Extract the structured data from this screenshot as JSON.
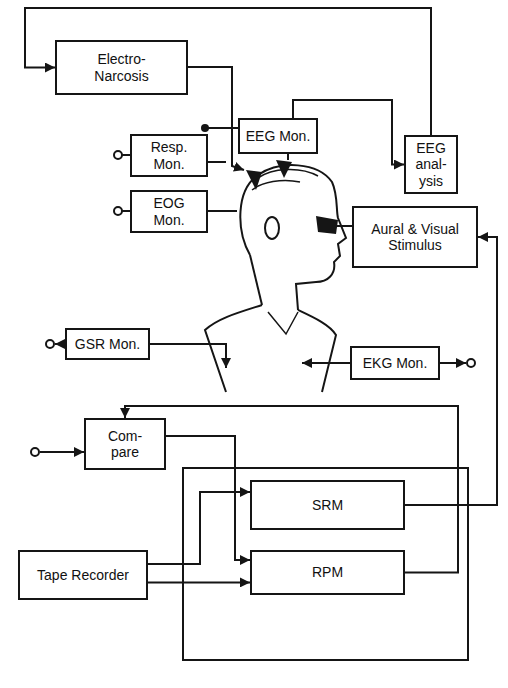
{
  "diagram": {
    "nodes": [
      {
        "text": [
          "Electro- Narcosis"
        ]
      },
      {
        "text": [
          "EEG Mon."
        ]
      },
      {
        "text": [
          "EEG anal- ysis"
        ]
      },
      {
        "text": [
          "Resp. Mon."
        ]
      },
      {
        "text": [
          "EOG Mon."
        ]
      },
      {
        "text": [
          "Aural & Visual Stimulus"
        ]
      },
      {
        "text": [
          "GSR Mon."
        ]
      },
      {
        "text": [
          "EKG Mon."
        ]
      },
      {
        "text": [
          "Com- pare"
        ]
      },
      {
        "text": [
          "SRM"
        ]
      },
      {
        "text": [
          "RPM"
        ]
      },
      {
        "text": [
          "Tape Recorder"
        ]
      }
    ],
    "edges": [
      {
        "from": 2,
        "to": 0,
        "arrow": "to"
      },
      {
        "from": 1,
        "to": 2,
        "arrow": "to"
      },
      {
        "from": 9,
        "to": 5,
        "arrow": "to"
      },
      {
        "from": 10,
        "to": 8,
        "arrow": "to"
      },
      {
        "from": 8,
        "to": 10,
        "arrow": "to"
      },
      {
        "from": 11,
        "to": 9,
        "arrow": "to"
      },
      {
        "from": 11,
        "to": 10,
        "arrow": "to"
      }
    ]
  }
}
